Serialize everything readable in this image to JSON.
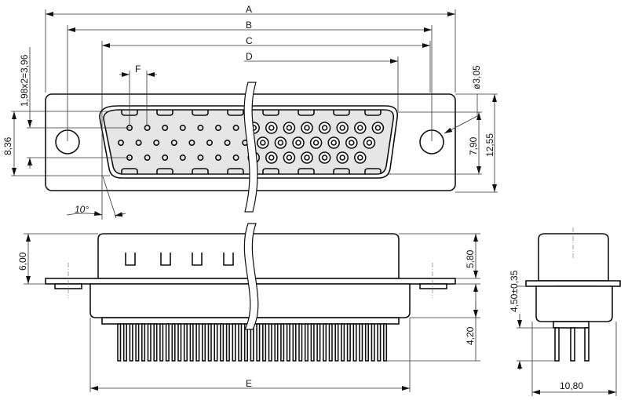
{
  "title": "D-Sub 44-pin female connector dimension drawing",
  "labels": {
    "A": "A",
    "B": "B",
    "C": "C",
    "D": "D",
    "E": "E",
    "F": "F",
    "pitch": "1,98x2=3,96",
    "height_836": "8,36",
    "angle": "10°",
    "hole_dia": "ø3,05",
    "height_790": "7,90",
    "height_1255": "12,55",
    "height_600": "6,00",
    "height_580": "5,80",
    "height_420": "4,20",
    "pin_len": "4,50±0,35",
    "width_1080": "10,80"
  },
  "colors": {
    "insert": "#e6e6e6",
    "line": "#111111"
  }
}
